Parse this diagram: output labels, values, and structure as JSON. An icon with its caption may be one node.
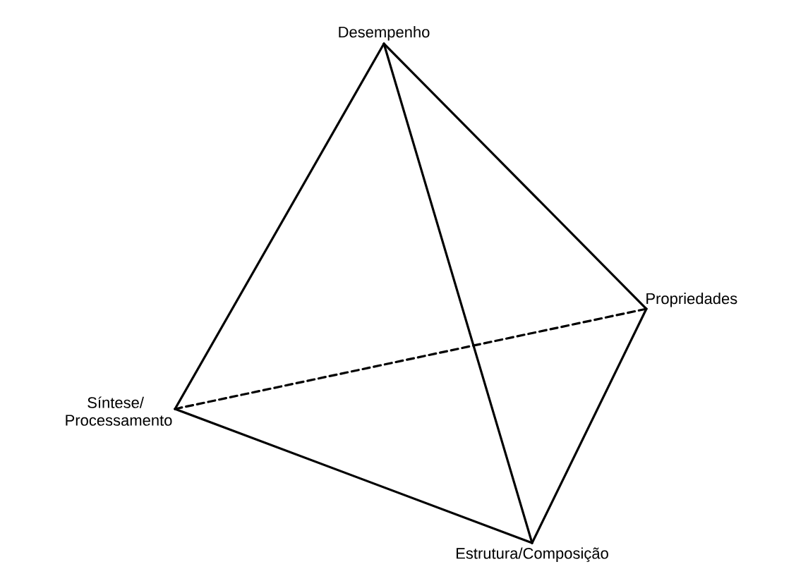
{
  "diagram": {
    "nodes": [
      {
        "text": [
          "Desempenho"
        ]
      },
      {
        "text": [
          "Propriedades"
        ]
      },
      {
        "text": [
          "Síntese/ Processamento"
        ]
      },
      {
        "text": [
          "Estrutura/Composição"
        ]
      }
    ],
    "edges": [
      {
        "from": 0,
        "to": 2,
        "arrow": "none"
      },
      {
        "from": 0,
        "to": 1,
        "arrow": "none"
      },
      {
        "from": 0,
        "to": 3,
        "arrow": "none"
      },
      {
        "from": 2,
        "to": 3,
        "arrow": "none"
      },
      {
        "from": 1,
        "to": 3,
        "arrow": "none"
      },
      {
        "from": 2,
        "to": 1,
        "arrow": "none",
        "style": "dashed"
      }
    ]
  }
}
